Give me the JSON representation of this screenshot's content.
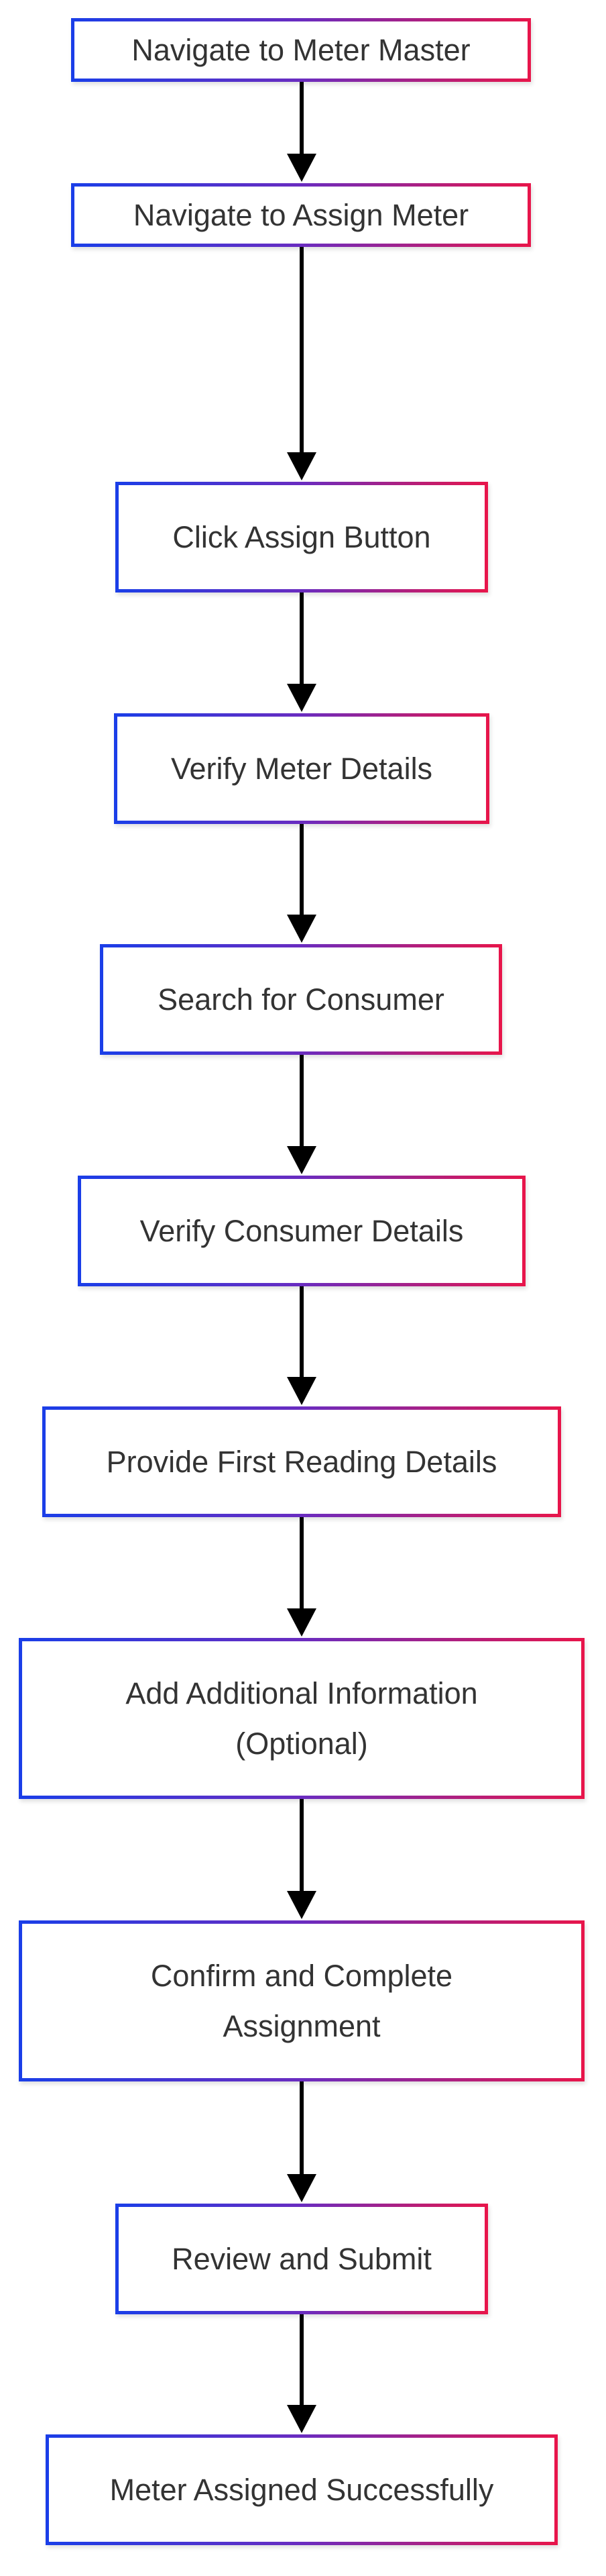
{
  "colors": {
    "border_start": "#1a3ee8",
    "border_mid": "#6a2cc0",
    "border_end": "#e8154a",
    "arrow": "#000000",
    "text": "#333333",
    "background": "#ffffff"
  },
  "steps": [
    {
      "label": "Navigate to Meter Master"
    },
    {
      "label": "Navigate to Assign Meter"
    },
    {
      "label": "Click Assign Button"
    },
    {
      "label": "Verify Meter Details"
    },
    {
      "label": "Search for Consumer"
    },
    {
      "label": "Verify Consumer Details"
    },
    {
      "label": "Provide First Reading Details"
    },
    {
      "label": "Add Additional Information\n(Optional)"
    },
    {
      "label": "Confirm and Complete\nAssignment"
    },
    {
      "label": "Review and Submit"
    },
    {
      "label": "Meter Assigned Successfully"
    }
  ]
}
